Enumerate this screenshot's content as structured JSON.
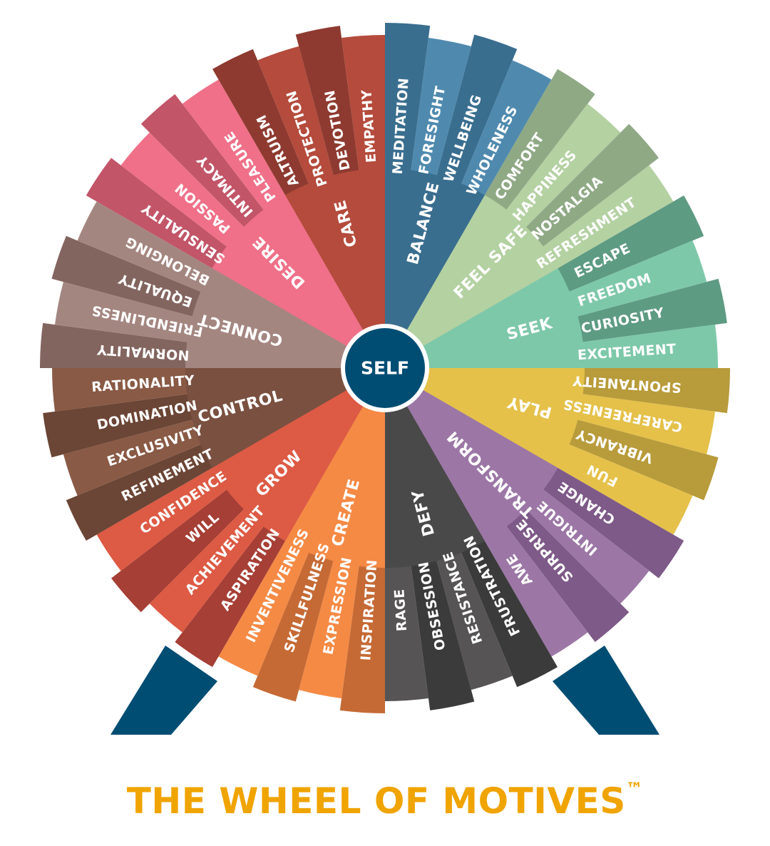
{
  "title": "THE WHEEL OF MOTIVES",
  "title_mark": "™",
  "center": {
    "label": "SELF",
    "color": "#004d74"
  },
  "stand_color": "#004d74",
  "title_color": "#f0a400",
  "categories": [
    {
      "name": "BALANCE",
      "base_color": "#3a6e8f",
      "alt_color": "#4f8aae",
      "tone": "#3a6e8f",
      "motives": [
        "MEDITATION",
        "FORESIGHT",
        "WELLBEING",
        "WHOLENESS"
      ]
    },
    {
      "name": "FEEL SAFE",
      "base_color": "#8fa985",
      "alt_color": "#b4d1a2",
      "tone": "#b4d1a2",
      "motives": [
        "COMFORT",
        "HAPPINESS",
        "NOSTALGIA",
        "REFRESHMENT"
      ]
    },
    {
      "name": "SEEK",
      "base_color": "#5e9b83",
      "alt_color": "#7ec8aa",
      "tone": "#7ec8aa",
      "motives": [
        "ESCAPE",
        "FREEDOM",
        "CURIOSITY",
        "EXCITEMENT"
      ]
    },
    {
      "name": "PLAY",
      "base_color": "#b89b3a",
      "alt_color": "#e5c14a",
      "tone": "#e5c14a",
      "motives": [
        "SPONTANEITY",
        "CAREFREENESS",
        "VIBRANCY",
        "FUN"
      ]
    },
    {
      "name": "TRANSFORM",
      "base_color": "#7e5a88",
      "alt_color": "#9c77a6",
      "tone": "#9c77a6",
      "motives": [
        "CHANGE",
        "INTRIGUE",
        "SURPRISE",
        "AWE"
      ]
    },
    {
      "name": "DEFY",
      "base_color": "#3b3b3b",
      "alt_color": "#565454",
      "tone": "#4a4949",
      "motives": [
        "FRUSTRATION",
        "RESISTANCE",
        "OBSESSION",
        "RAGE"
      ]
    },
    {
      "name": "CREATE",
      "base_color": "#c56a35",
      "alt_color": "#f58a45",
      "tone": "#f58a45",
      "motives": [
        "INSPIRATION",
        "EXPRESSION",
        "SKILLFULNESS",
        "INVENTIVENESS"
      ]
    },
    {
      "name": "GROW",
      "base_color": "#a63f35",
      "alt_color": "#dd5a44",
      "tone": "#dd5a44",
      "motives": [
        "ASPIRATION",
        "ACHIEVEMENT",
        "WILL",
        "CONFIDENCE"
      ]
    },
    {
      "name": "CONTROL",
      "base_color": "#6b4535",
      "alt_color": "#895a45",
      "tone": "#7a5040",
      "motives": [
        "REFINEMENT",
        "EXCLUSIVITY",
        "DOMINATION",
        "RATIONALITY"
      ]
    },
    {
      "name": "CONNECT",
      "base_color": "#83655f",
      "alt_color": "#a48680",
      "tone": "#a48680",
      "motives": [
        "NORMALITY",
        "FRIENDLINESS",
        "EQUALITY",
        "BELONGING"
      ]
    },
    {
      "name": "DESIRE",
      "base_color": "#c25568",
      "alt_color": "#ef7088",
      "tone": "#ef7088",
      "motives": [
        "SENSUALITY",
        "PASSION",
        "INTIMACY",
        "PLEASURE"
      ]
    },
    {
      "name": "CARE",
      "base_color": "#8e3a30",
      "alt_color": "#b44b3c",
      "tone": "#b44b3c",
      "motives": [
        "ALTRUISM",
        "PROTECTION",
        "DEVOTION",
        "EMPATHY"
      ]
    }
  ]
}
